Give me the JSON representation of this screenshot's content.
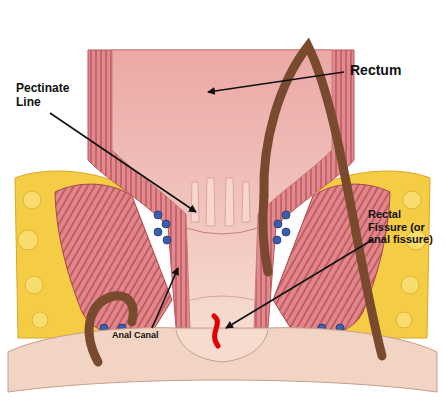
{
  "diagram": {
    "labels": [
      "Rectum",
      "Pectinate Line",
      "Rectal Fissure (or anal fissure)",
      "Anal Canal"
    ]
  }
}
